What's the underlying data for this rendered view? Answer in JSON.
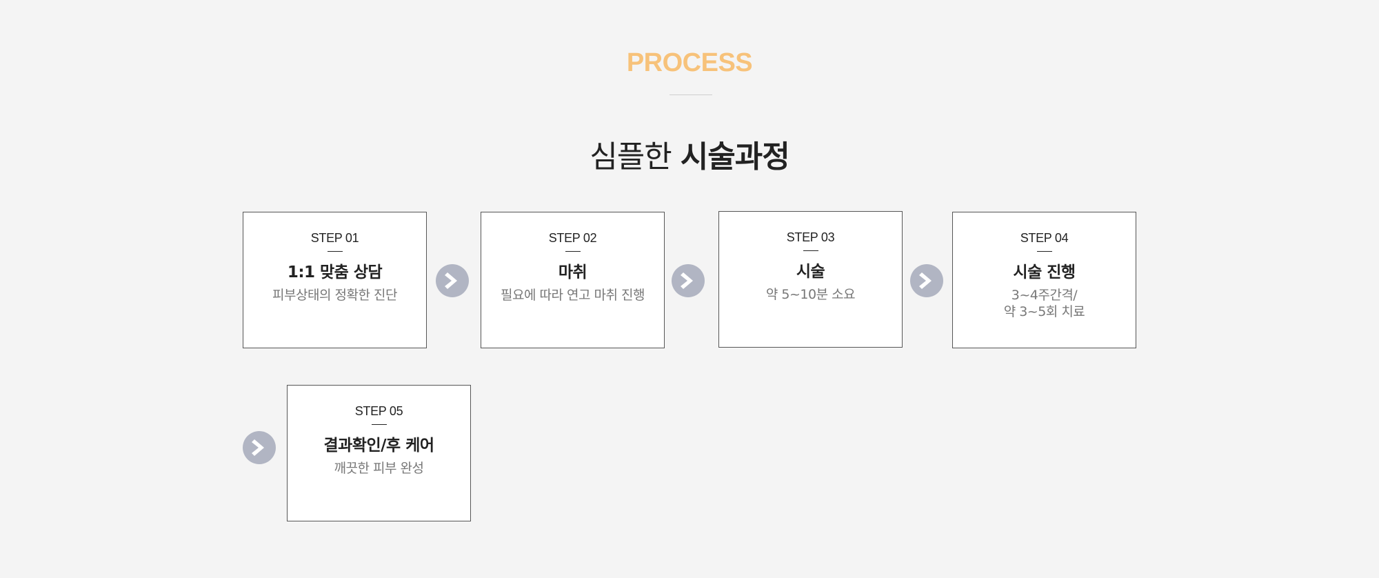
{
  "section": {
    "eyebrow": "PROCESS",
    "title_light": "심플한",
    "title_bold": "시술과정"
  },
  "steps": [
    {
      "label": "STEP 01",
      "title": "1:1 맞춤 상담",
      "desc": [
        "피부상태의 정확한 진단"
      ]
    },
    {
      "label": "STEP 02",
      "title": "마취",
      "desc": [
        "필요에 따라 연고 마취 진행"
      ]
    },
    {
      "label": "STEP 03",
      "title": "시술",
      "desc": [
        "약 5~10분 소요"
      ]
    },
    {
      "label": "STEP 04",
      "title": "시술 진행",
      "desc": [
        "3~4주간격/",
        "약 3~5회 치료"
      ]
    },
    {
      "label": "STEP 05",
      "title": "결과확인/후 케어",
      "desc": [
        "깨끗한 피부 완성"
      ]
    }
  ],
  "icons": {
    "arrow": "chevron-right-icon",
    "arrow_color": "#b1b5c3",
    "accent_color": "#f7c27a"
  }
}
